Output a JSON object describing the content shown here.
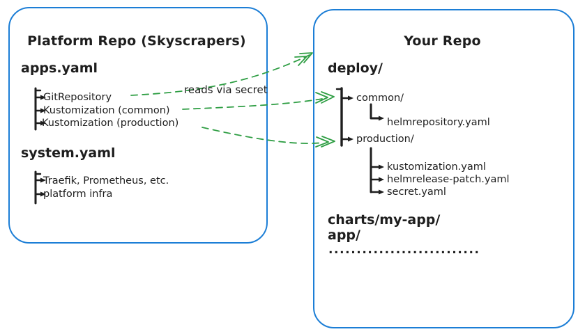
{
  "colors": {
    "box_border": "#1c7ed6",
    "arrow_green": "#2f9e44",
    "ink": "#1e1e1e"
  },
  "platform_repo": {
    "title": "Platform Repo (Skyscrapers)",
    "apps_file": {
      "name": "apps.yaml",
      "children": [
        "GitRepository",
        "Kustomization (common)",
        "Kustomization (production)"
      ]
    },
    "system_file": {
      "name": "system.yaml",
      "children": [
        "Traefik, Prometheus, etc.",
        "platform infra"
      ]
    }
  },
  "your_repo": {
    "title": "Your Repo",
    "deploy_label": "deploy/",
    "common_label": "common/",
    "common_children": [
      "helmrepository.yaml"
    ],
    "production_label": "production/",
    "production_children": [
      "kustomization.yaml",
      "helmrelease-patch.yaml",
      "secret.yaml"
    ],
    "charts_label": "charts/my-app/",
    "app_label": "app/",
    "ellipsis": "..........................."
  },
  "annotations": {
    "reads_via_secret": "reads via secret"
  }
}
